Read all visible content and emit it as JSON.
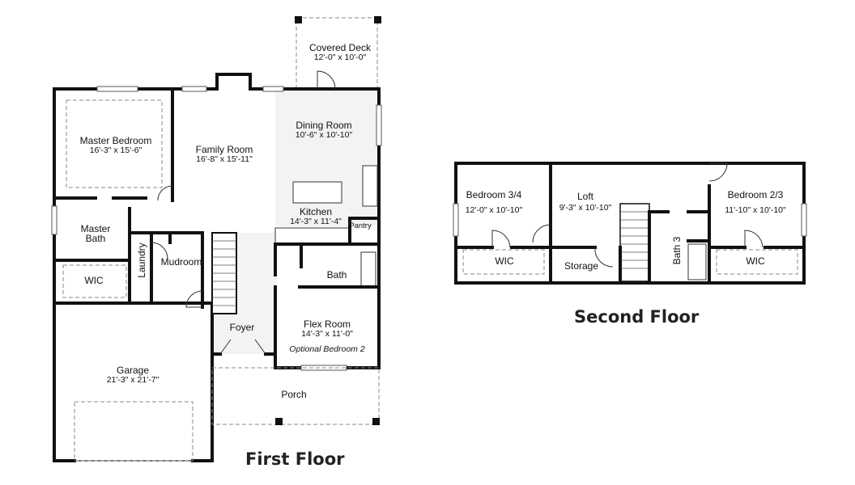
{
  "first_floor": {
    "title": "First Floor",
    "rooms": [
      {
        "name": "Covered Deck",
        "dims": "12'-0\" x 10'-0\""
      },
      {
        "name": "Master Bedroom",
        "dims": "16'-3\" x 15'-6\""
      },
      {
        "name": "Family Room",
        "dims": "16'-8\" x 15'-11\""
      },
      {
        "name": "Dining Room",
        "dims": "10'-6\" x 10'-10\""
      },
      {
        "name": "Kitchen",
        "dims": "14'-3\" x 11'-4\""
      },
      {
        "name": "Pantry",
        "dims": ""
      },
      {
        "name": "Master Bath",
        "line1": "Master",
        "line2": "Bath",
        "dims": ""
      },
      {
        "name": "Laundry",
        "dims": ""
      },
      {
        "name": "Mudroom",
        "dims": ""
      },
      {
        "name": "WIC",
        "dims": ""
      },
      {
        "name": "Bath",
        "dims": ""
      },
      {
        "name": "Foyer",
        "dims": ""
      },
      {
        "name": "Flex Room",
        "dims": "14'-3\" x 11'-0\"",
        "note": "Optional Bedroom 2"
      },
      {
        "name": "Garage",
        "dims": "21'-3\" x 21'-7\""
      },
      {
        "name": "Porch",
        "dims": ""
      }
    ]
  },
  "second_floor": {
    "title": "Second Floor",
    "rooms": [
      {
        "name": "Bedroom 3/4",
        "dims": "12'-0\" x 10'-10\""
      },
      {
        "name": "Loft",
        "dims": "9'-3\" x 10'-10\""
      },
      {
        "name": "Bedroom 2/3",
        "dims": "11'-10\" x 10'-10\""
      },
      {
        "name": "WIC",
        "dims": ""
      },
      {
        "name": "Storage",
        "dims": ""
      },
      {
        "name": "Bath 3",
        "dims": ""
      },
      {
        "name": "WIC",
        "dims": ""
      }
    ]
  }
}
